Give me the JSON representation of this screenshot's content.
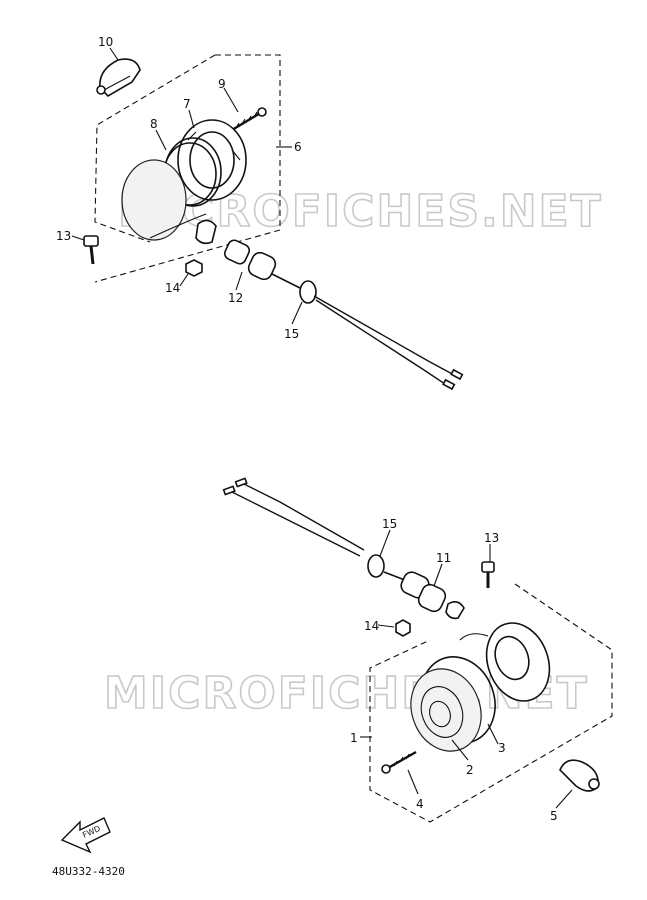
{
  "diagram": {
    "watermark_text": "MICROFICHES.NET",
    "part_code": "48U332-4320",
    "fwd_label": "FWD",
    "callouts_upper": [
      "10",
      "9",
      "7",
      "8",
      "6",
      "13",
      "14",
      "12",
      "15"
    ],
    "callouts_lower": [
      "15",
      "11",
      "13",
      "14",
      "1",
      "3",
      "2",
      "4",
      "5"
    ]
  }
}
